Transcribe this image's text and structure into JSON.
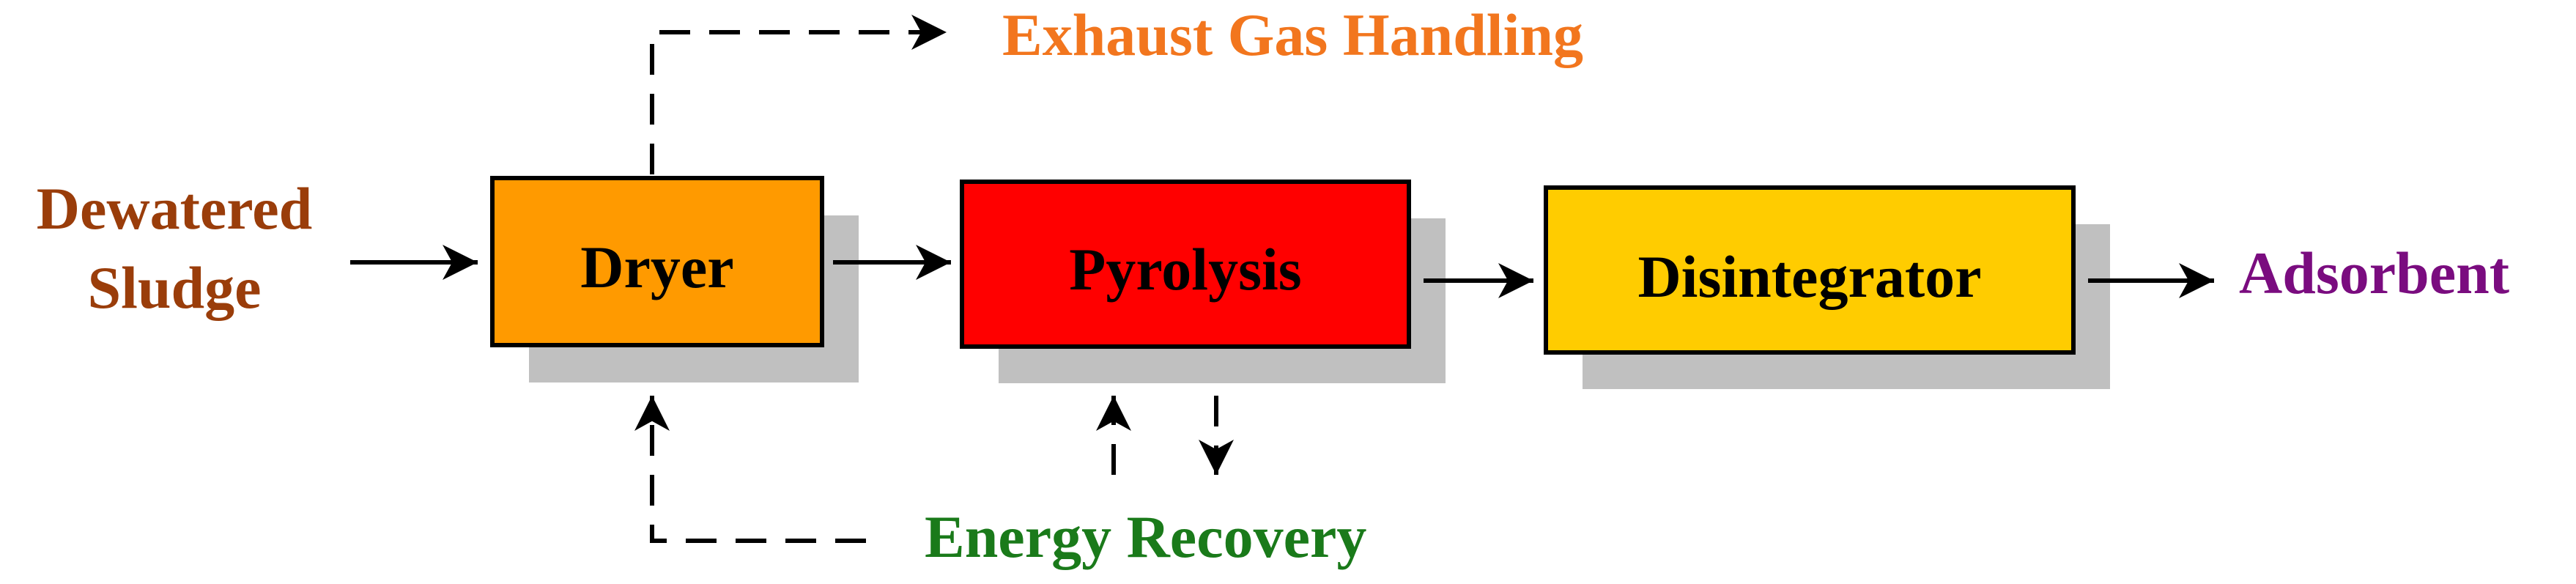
{
  "diagram": {
    "input": {
      "line1": "Dewatered",
      "line2": "Sludge",
      "color": "#9a3d0a"
    },
    "output": {
      "label": "Adsorbent",
      "color": "#7a0c7f"
    },
    "exhaust": {
      "label": "Exhaust Gas Handling",
      "color": "#f2761e"
    },
    "energy": {
      "label": "Energy Recovery",
      "color": "#1a7a1a"
    },
    "stages": [
      {
        "label": "Dryer",
        "color": "#ff9a00"
      },
      {
        "label": "Pyrolysis",
        "color": "#ff0000"
      },
      {
        "label": "Disintegrator",
        "color": "#ffcc00"
      }
    ],
    "shadow_color": "#c0c0c0"
  }
}
